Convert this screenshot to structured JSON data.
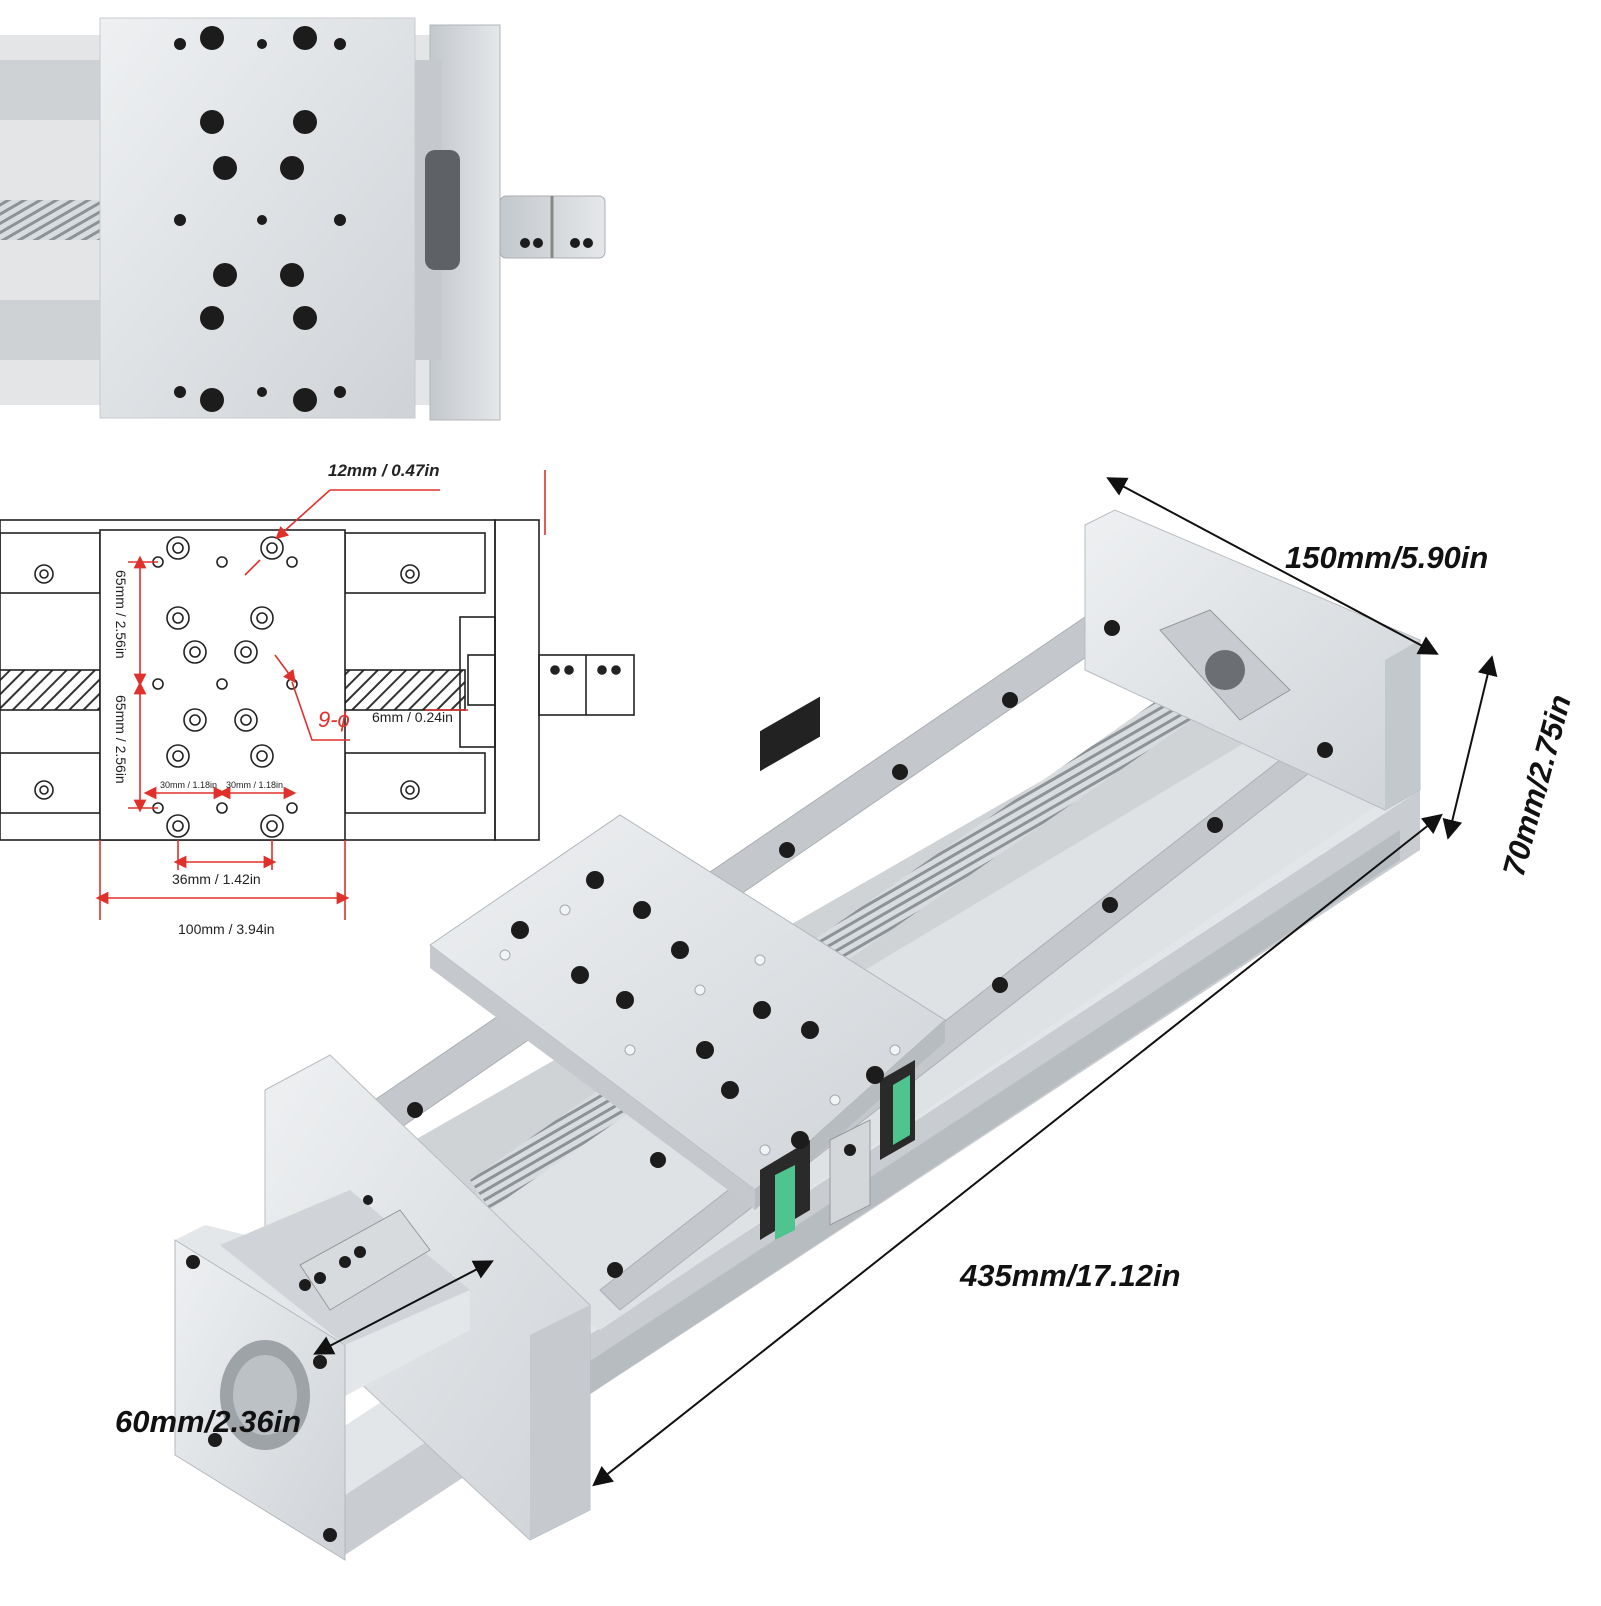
{
  "labels": {
    "hole_diameter": "12mm / 0.47in",
    "vertical_spacing_top": "65mm / 2.56in",
    "vertical_spacing_bottom": "65mm / 2.56in",
    "hole_count_prefix": "9-ϕ",
    "hole_size": "6mm / 0.24in",
    "spacing_left": "30mm / 1.18in",
    "spacing_right": "30mm / 1.18in",
    "bottom_hole_spacing": "36mm / 1.42in",
    "plate_width": "100mm / 3.94in",
    "overall_width": "150mm/5.90in",
    "overall_height": "70mm/2.75in",
    "overall_length": "435mm/17.12in",
    "motor_mount": "60mm/2.36in"
  },
  "colors": {
    "dimension_red": "#e0302c",
    "aluminum": "#dcdfe2",
    "aluminum_dark": "#b9bec3",
    "bolt": "#1c1c1c",
    "rail_slider_accent": "#4fc48e"
  }
}
